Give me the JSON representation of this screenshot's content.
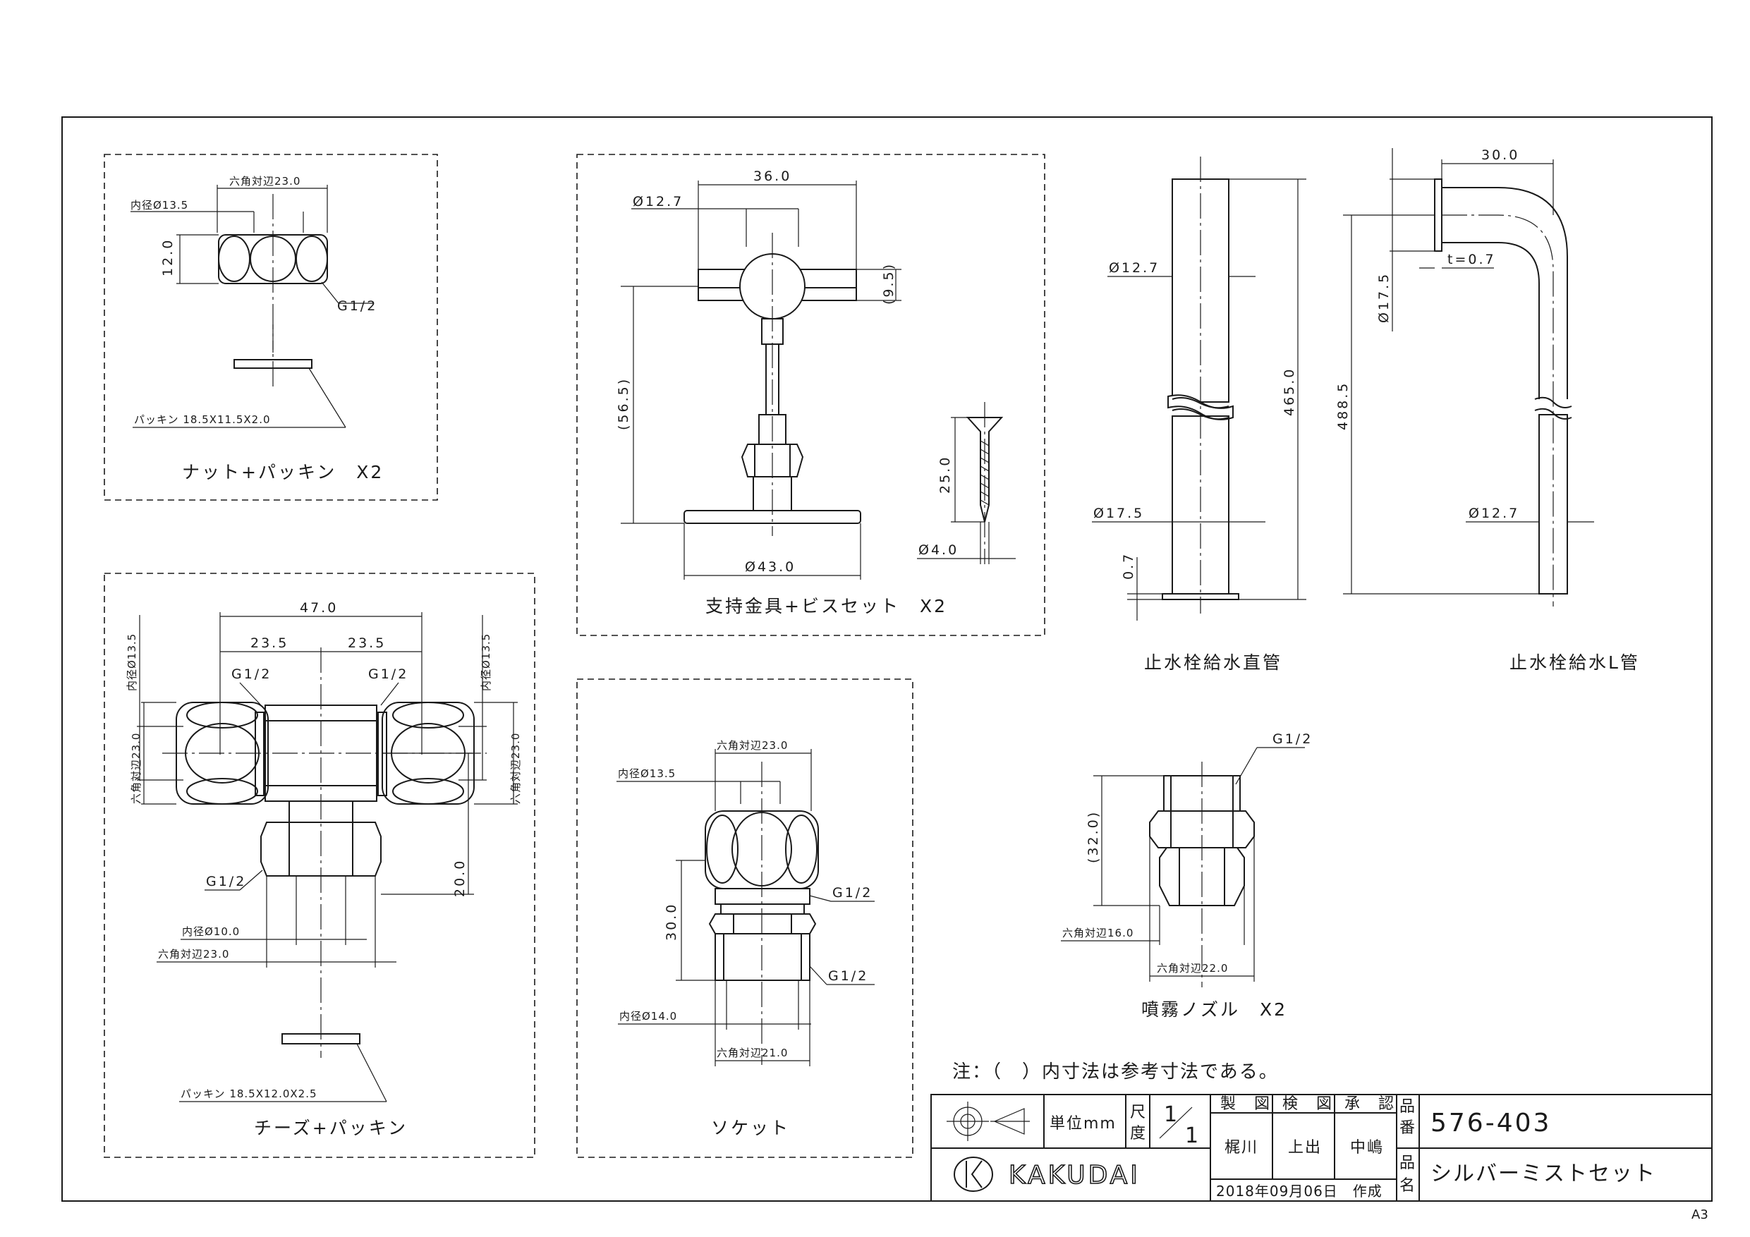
{
  "sheet_size": "A3",
  "note": "注：（　）内寸法は参考寸法である。",
  "nut": {
    "caption": "ナット+パッキン　X2",
    "hex": "六角対辺23.0",
    "inner": "内径Ø13.5",
    "height": "12.0",
    "thread": "G1/2",
    "packing": "パッキン 18.5X11.5X2.0"
  },
  "support": {
    "caption": "支持金具+ビスセット　X2",
    "width": "36.0",
    "pipe": "Ø12.7",
    "side": "(9.5)",
    "height": "(56.5)",
    "base": "Ø43.0",
    "screw_len": "25.0",
    "screw_dia": "Ø4.0"
  },
  "straight_pipe": {
    "caption": "止水栓給水直管",
    "dia": "Ø12.7",
    "length": "465.0",
    "flange": "Ø17.5",
    "flange_t": "0.7"
  },
  "l_pipe": {
    "caption": "止水栓給水L管",
    "width": "30.0",
    "flange": "Ø17.5",
    "t": "t=0.7",
    "length": "488.5",
    "dia": "Ø12.7"
  },
  "tee": {
    "caption": "チーズ+パッキン",
    "total": "47.0",
    "half_l": "23.5",
    "half_r": "23.5",
    "thread_l": "G1/2",
    "thread_r": "G1/2",
    "inner_l": "内径Ø13.5",
    "inner_r": "内径Ø13.5",
    "hex_l": "六角対辺23.0",
    "hex_r": "六角対辺23.0",
    "drop": "20.0",
    "thread_b": "G1/2",
    "inner_b": "内径Ø10.0",
    "hex_b": "六角対辺23.0",
    "packing": "パッキン 18.5X12.0X2.5"
  },
  "socket": {
    "caption": "ソケット",
    "hex_top": "六角対辺23.0",
    "inner_top": "内径Ø13.5",
    "thread1": "G1/2",
    "height": "30.0",
    "thread2": "G1/2",
    "inner_bot": "内径Ø14.0",
    "hex_bot": "六角対辺21.0"
  },
  "nozzle": {
    "caption": "噴霧ノズル　X2",
    "thread": "G1/2",
    "height": "(32.0)",
    "hex1": "六角対辺16.0",
    "hex2": "六角対辺22.0"
  },
  "title_block": {
    "unit": "単位mm",
    "scale_label_1": "尺",
    "scale_label_2": "度",
    "scale_num": "1",
    "scale_den": "1",
    "drawn_h": "製　図",
    "checked_h": "検　図",
    "approved_h": "承　認",
    "drawn": "梶川",
    "checked": "上出",
    "approved": "中嶋",
    "part_no_label_1": "品",
    "part_no_label_2": "番",
    "part_name_label_1": "品",
    "part_name_label_2": "名",
    "part_no": "576-403",
    "part_name": "シルバーミストセット",
    "date": "2018年09月06日　作成",
    "brand": "KAKUDAI"
  }
}
